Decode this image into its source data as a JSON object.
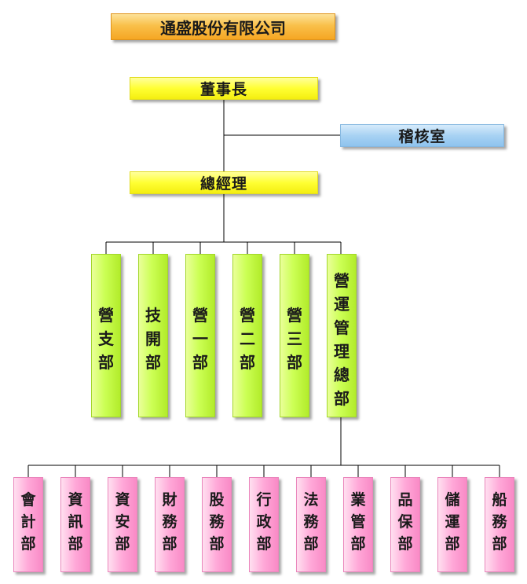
{
  "company": "通盛股份有限公司",
  "chairman": "董事長",
  "audit": "稽核室",
  "gm": "總經理",
  "departments": [
    [
      "營",
      "支",
      "部"
    ],
    [
      "技",
      "開",
      "部"
    ],
    [
      "營",
      "一",
      "部"
    ],
    [
      "營",
      "二",
      "部"
    ],
    [
      "營",
      "三",
      "部"
    ],
    [
      "營",
      "運",
      "管",
      "理",
      "總",
      "部"
    ]
  ],
  "subunits": [
    [
      "會",
      "計",
      "部"
    ],
    [
      "資",
      "訊",
      "部"
    ],
    [
      "資",
      "安",
      "部"
    ],
    [
      "財",
      "務",
      "部"
    ],
    [
      "股",
      "務",
      "部"
    ],
    [
      "行",
      "政",
      "部"
    ],
    [
      "法",
      "務",
      "部"
    ],
    [
      "業",
      "管",
      "部"
    ],
    [
      "品",
      "保",
      "部"
    ],
    [
      "儲",
      "運",
      "部"
    ],
    [
      "船",
      "務",
      "部"
    ]
  ]
}
